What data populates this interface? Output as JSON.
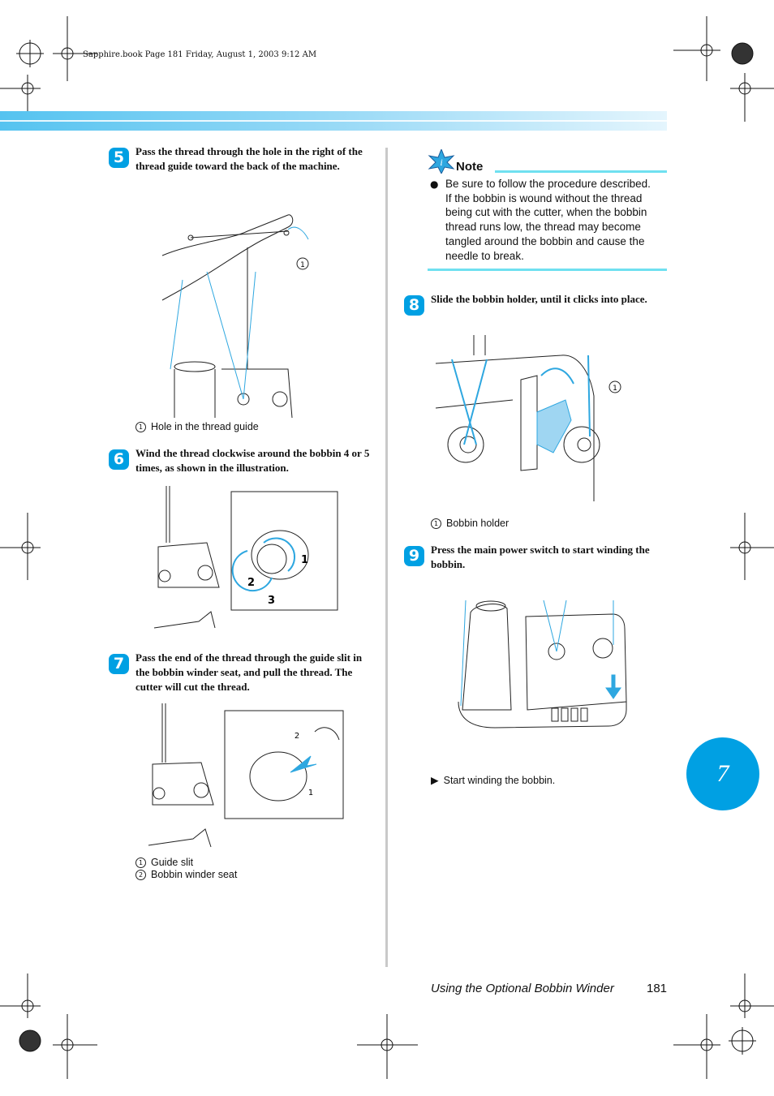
{
  "print_header": "Sapphire.book  Page 181  Friday, August 1, 2003  9:12 AM",
  "steps": [
    {
      "num": "5",
      "text": "Pass the thread through the hole in the right of the thread guide toward the back of the machine."
    },
    {
      "num": "6",
      "text": "Wind the thread clockwise around the bobbin 4 or 5 times, as shown in the illustration."
    },
    {
      "num": "7",
      "text": "Pass the end of the thread through the guide slit in the bobbin winder seat, and pull the thread. The cutter will cut the thread."
    },
    {
      "num": "8",
      "text": "Slide the bobbin holder, until it clicks into place."
    },
    {
      "num": "9",
      "text": "Press the main power switch to start winding the bobbin."
    }
  ],
  "fig5": {
    "callout": "1",
    "captions": [
      {
        "num": "1",
        "text": "Hole in the thread guide"
      }
    ]
  },
  "fig6": {
    "labels": [
      "1",
      "2",
      "3"
    ]
  },
  "fig7": {
    "callouts": [
      "2",
      "1"
    ],
    "captions": [
      {
        "num": "1",
        "text": "Guide slit"
      },
      {
        "num": "2",
        "text": "Bobbin winder seat"
      }
    ]
  },
  "fig8": {
    "callout": "1",
    "captions": [
      {
        "num": "1",
        "text": "Bobbin holder"
      }
    ]
  },
  "fig9": {
    "result_marker": "▶",
    "result_text": "Start winding the bobbin."
  },
  "note": {
    "title": "Note",
    "bullet": "●",
    "lines": [
      "Be sure to follow the procedure described.",
      "If the bobbin is wound without the thread",
      "being cut with the cutter, when the bobbin",
      "thread runs low, the thread may become",
      "tangled around the bobbin and cause the",
      "needle to break."
    ]
  },
  "chapter_tab": "7",
  "footer": {
    "section": "Using the Optional Bobbin Winder",
    "page": "181"
  },
  "colors": {
    "accent": "#00a0e3",
    "band_start": "#55c3f0",
    "band_end": "#e4f5fd",
    "note_rule": "#6fe0f0",
    "divider": "#c9c9c9"
  }
}
